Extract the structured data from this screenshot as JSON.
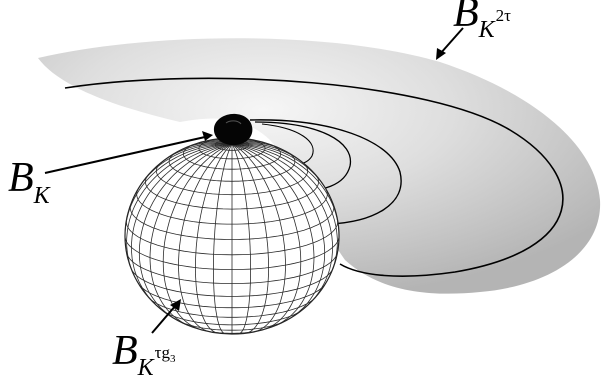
{
  "labels": {
    "outer": {
      "main": "B",
      "sub": "K",
      "sup": "2τ"
    },
    "core": {
      "main": "B",
      "sub": "K"
    },
    "sphere": {
      "main": "B",
      "sub": "K",
      "sup": "τg",
      "sup_sub": "3"
    }
  },
  "colors": {
    "surface_light": "#f4f4f4",
    "surface_dark": "#b9b9b9",
    "grid": "#2b2b2b",
    "ink": "#000000"
  }
}
